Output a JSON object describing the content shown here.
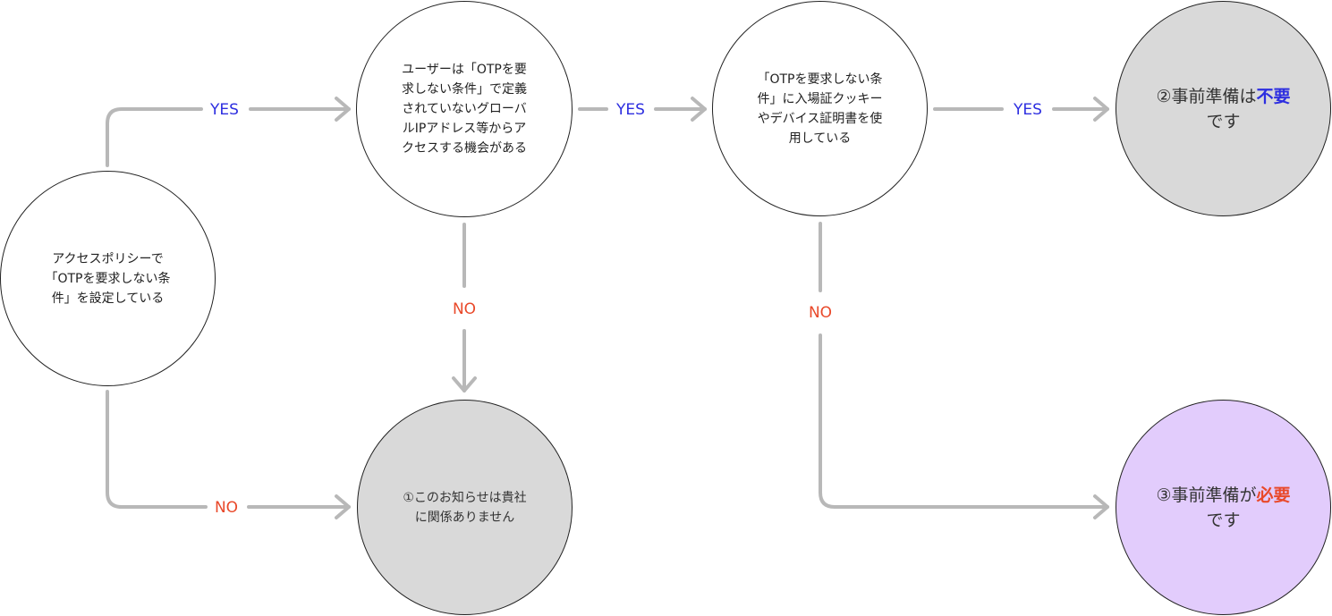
{
  "colors": {
    "yes": "#2d2ee0",
    "no": "#e9492a",
    "not_required": "#2d2ee0",
    "required": "#e9492a",
    "connector": "#b8b8b8",
    "gray_fill": "#d9d9d9",
    "purple_fill": "#e2ccfc"
  },
  "nodes": {
    "policy_question": {
      "lines": [
        "アクセスポリシーで",
        "「OTPを要求しない条",
        "件」を設定している"
      ]
    },
    "global_ip_question": {
      "lines": [
        "ユーザーは「OTPを要",
        "求しない条件」で定義",
        "されていないグローバ",
        "ルIPアドレス等からア",
        "クセスする機会がある"
      ]
    },
    "cookie_cert_question": {
      "lines": [
        "「OTPを要求しない条",
        "件」に入場証クッキー",
        "やデバイス証明書を使",
        "用している"
      ]
    },
    "result_not_relevant": {
      "lines": [
        "①このお知らせは貴社",
        "に関係ありません"
      ]
    },
    "result_not_required": {
      "line1_prefix": "②事前準備は",
      "line1_keyword": "不要",
      "line2": "です"
    },
    "result_required": {
      "line1_prefix": "③事前準備が",
      "line1_keyword": "必要",
      "line2": "です"
    }
  },
  "edges": {
    "policy_yes": "YES",
    "policy_no": "NO",
    "global_ip_yes": "YES",
    "global_ip_no": "NO",
    "cookie_yes": "YES",
    "cookie_no": "NO"
  }
}
